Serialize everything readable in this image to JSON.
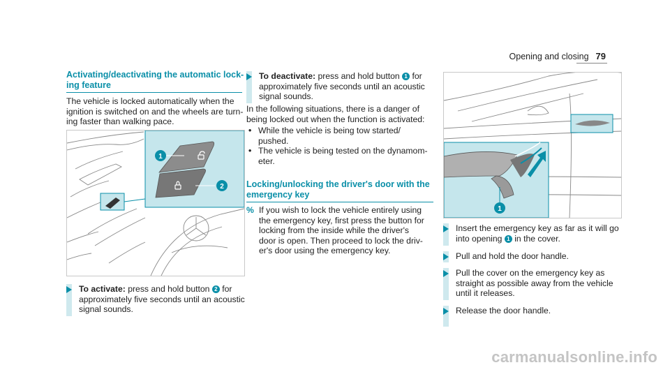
{
  "header": {
    "section": "Opening and closing",
    "page_number": "79"
  },
  "col1": {
    "title_l1": "Activating/deactivating the automatic lock-",
    "title_l2": "ing feature",
    "intro": [
      "The vehicle is locked automatically when the",
      "ignition is switched on and the wheels are turn-",
      "ing faster than walking pace."
    ],
    "fig_callouts": [
      "1",
      "2"
    ],
    "step": {
      "label": "To activate:",
      "l1a": "press and hold button",
      "badge": "2",
      "l1b": "for",
      "l2": "approximately five seconds until an acoustic",
      "l3": "signal sounds."
    }
  },
  "col2": {
    "step": {
      "label": "To deactivate:",
      "l1a": "press and hold button",
      "badge": "1",
      "l1b": "for",
      "l2": "approximately five seconds until an acoustic",
      "l3": "signal sounds."
    },
    "para": [
      "In the following situations, there is a danger of",
      "being locked out when the function is activated:"
    ],
    "bullets": [
      {
        "l1": "While the vehicle is being tow started/",
        "l2": "pushed."
      },
      {
        "l1": "The vehicle is being tested on the dynamom-",
        "l2": "eter."
      }
    ],
    "title_l1": "Locking/unlocking the driver's door with the",
    "title_l2": "emergency key",
    "note_icon": "%",
    "note": [
      "If you wish to lock the vehicle entirely using",
      "the emergency key, first press the button for",
      "locking from the inside while the driver's",
      "door is open. Then proceed to lock the driv-",
      "er's door using the emergency key."
    ]
  },
  "col3": {
    "fig_callout": "1",
    "steps": [
      {
        "l1a": "Insert the emergency key as far as it will go",
        "l2a": "into opening",
        "badge": "1",
        "l2b": "in the cover."
      },
      {
        "l1a": "Pull and hold the door handle."
      },
      {
        "l1a": "Pull the cover on the emergency key as",
        "l2a": "straight as possible away from the vehicle",
        "l3": "until it releases."
      },
      {
        "l1a": "Release the door handle."
      }
    ]
  },
  "watermark": "carmanualsonline.info",
  "colors": {
    "accent": "#0a8fa8",
    "step_bar": "#cfe9ee",
    "callout_bg": "#c5e6ec"
  }
}
